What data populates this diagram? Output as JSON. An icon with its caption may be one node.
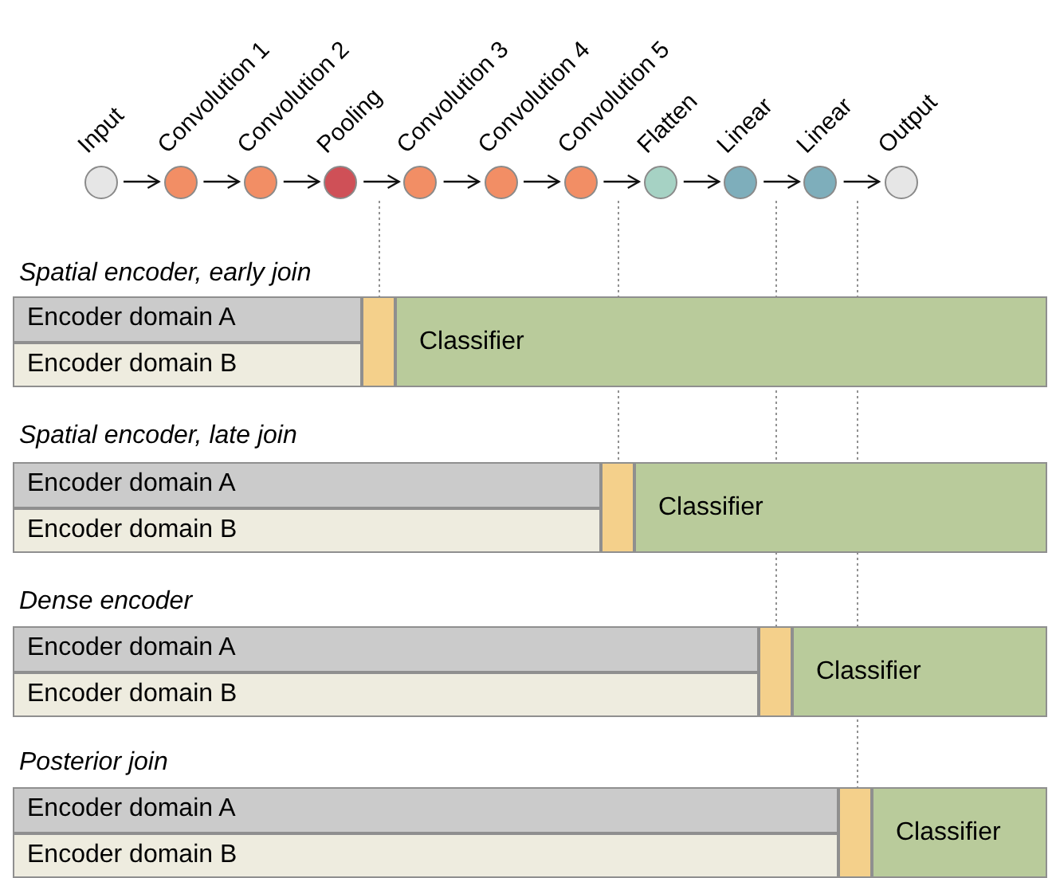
{
  "diagram": {
    "nodes": [
      {
        "text": [
          "Input"
        ]
      },
      {
        "text": [
          "Convolution 1"
        ]
      },
      {
        "text": [
          "Convolution 2"
        ]
      },
      {
        "text": [
          "Pooling"
        ]
      },
      {
        "text": [
          "Convolution 3"
        ]
      },
      {
        "text": [
          "Convolution 4"
        ]
      },
      {
        "text": [
          "Convolution 5"
        ]
      },
      {
        "text": [
          "Flatten"
        ]
      },
      {
        "text": [
          "Linear"
        ]
      },
      {
        "text": [
          "Linear"
        ]
      },
      {
        "text": [
          "Output"
        ]
      },
      {
        "text": [
          "Encoder domain A"
        ]
      },
      {
        "text": [
          "Encoder domain B"
        ]
      },
      {
        "text": [],
        "shape": "box"
      },
      {
        "text": [
          "Classifier"
        ]
      },
      {
        "text": [
          "Encoder domain A"
        ]
      },
      {
        "text": [
          "Encoder domain B"
        ]
      },
      {
        "text": [],
        "shape": "box"
      },
      {
        "text": [
          "Classifier"
        ]
      },
      {
        "text": [
          "Encoder domain A"
        ]
      },
      {
        "text": [
          "Encoder domain B"
        ]
      },
      {
        "text": [],
        "shape": "box"
      },
      {
        "text": [
          "Classifier"
        ]
      },
      {
        "text": [
          "Encoder domain A"
        ]
      },
      {
        "text": [
          "Encoder domain B"
        ]
      },
      {
        "text": [],
        "shape": "box"
      },
      {
        "text": [
          "Classifier"
        ]
      }
    ],
    "edges": [
      {
        "from": 0,
        "to": 1,
        "arrow": "to"
      },
      {
        "from": 1,
        "to": 2,
        "arrow": "to"
      },
      {
        "from": 2,
        "to": 3,
        "arrow": "to"
      },
      {
        "from": 3,
        "to": 4,
        "arrow": "to"
      },
      {
        "from": 4,
        "to": 5,
        "arrow": "to"
      },
      {
        "from": 5,
        "to": 6,
        "arrow": "to"
      },
      {
        "from": 6,
        "to": 7,
        "arrow": "to"
      },
      {
        "from": 7,
        "to": 8,
        "arrow": "to"
      },
      {
        "from": 8,
        "to": 9,
        "arrow": "to"
      },
      {
        "from": 9,
        "to": 10,
        "arrow": "to"
      }
    ],
    "labels": [
      "Spatial encoder, early join",
      "Spatial encoder, late join",
      "Dense encoder",
      "Posterior join"
    ]
  }
}
